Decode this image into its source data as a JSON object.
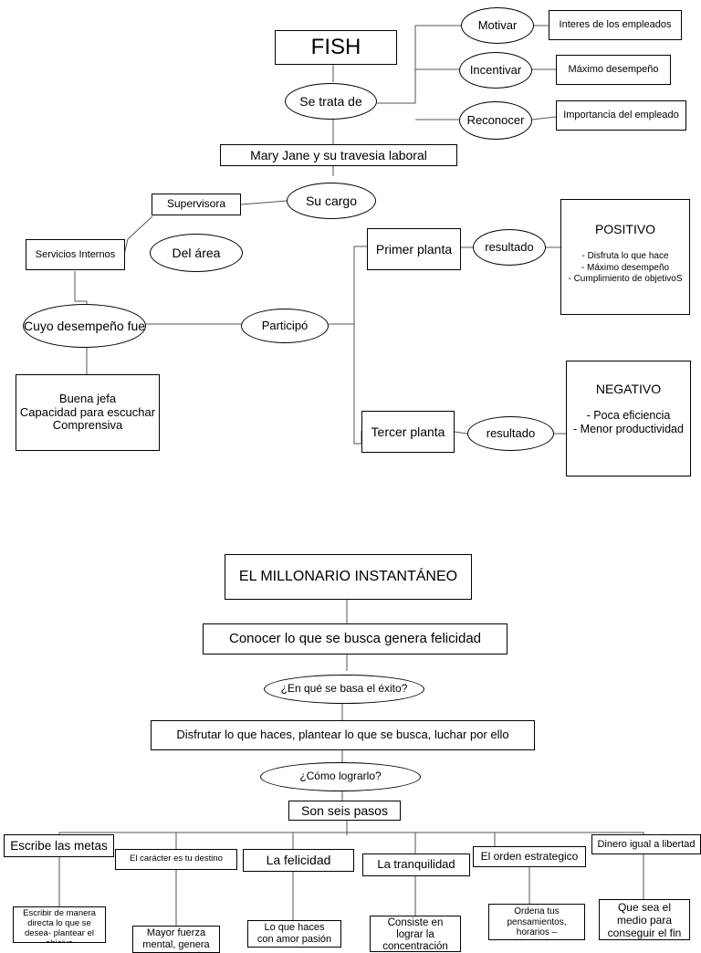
{
  "fish": {
    "title": "FISH",
    "se_trata": "Se trata de",
    "motivar": "Motivar",
    "incentivar": "Incentivar",
    "reconocer": "Reconocer",
    "interes": "Interes de los empleados",
    "maximo": "Máximo desempeño",
    "importancia": "Importancia del empleado",
    "mary": "Mary Jane y su travesia laboral",
    "su_cargo": "Su cargo",
    "supervisora": "Supervisora",
    "del_area": "Del área",
    "servicios": "Servicios Internos",
    "cuyo": "Cuyo desempeño fue",
    "buena": "Buena jefa\nCapacidad para escuchar\nComprensiva",
    "participo": "Participó",
    "primer": "Primer planta",
    "tercer": "Tercer planta",
    "resultado1": "resultado",
    "resultado2": "resultado",
    "positivo_title": "POSITIVO",
    "positivo_items": "- Disfruta lo que hace\n- Máximo desempeño\n- Cumplimiento de objetivoS",
    "negativo_title": "NEGATIVO",
    "negativo_items": "- Poca eficiencia\n- Menor productividad"
  },
  "millonario": {
    "title": "EL MILLONARIO INSTANTÁNEO",
    "conocer": "Conocer lo que se busca genera felicidad",
    "basa": "¿En qué se basa el éxito?",
    "disfrutar": "Disfrutar lo que haces, plantear lo que se busca, luchar por ello",
    "como": "¿Cómo lograrlo?",
    "seis": "Son seis pasos",
    "paso1": "Escribe las metas",
    "paso2": "El carácter es tu destino",
    "paso3": "La felicidad",
    "paso4": "La tranquilidad",
    "paso5": "El orden estrategico",
    "paso6": "Dinero igual a libertad",
    "desc1": "Escribir de manera\ndirecta lo que se\ndesea- plantear el\nobjeivo",
    "desc2": "Mayor fuerza\nmental, genera\nmayor caracter",
    "desc3": "Lo que haces\ncon amor pasión\ny entrega genera",
    "desc4": "Consiste en\nlograr la\nconcentración\ntotal",
    "desc5": "Ordena tus\npensamientos,\nhorarios –\nestablecer tiempos\ny cantidad",
    "desc6": "Que sea el\nmedio para\nconseguir el fin"
  }
}
